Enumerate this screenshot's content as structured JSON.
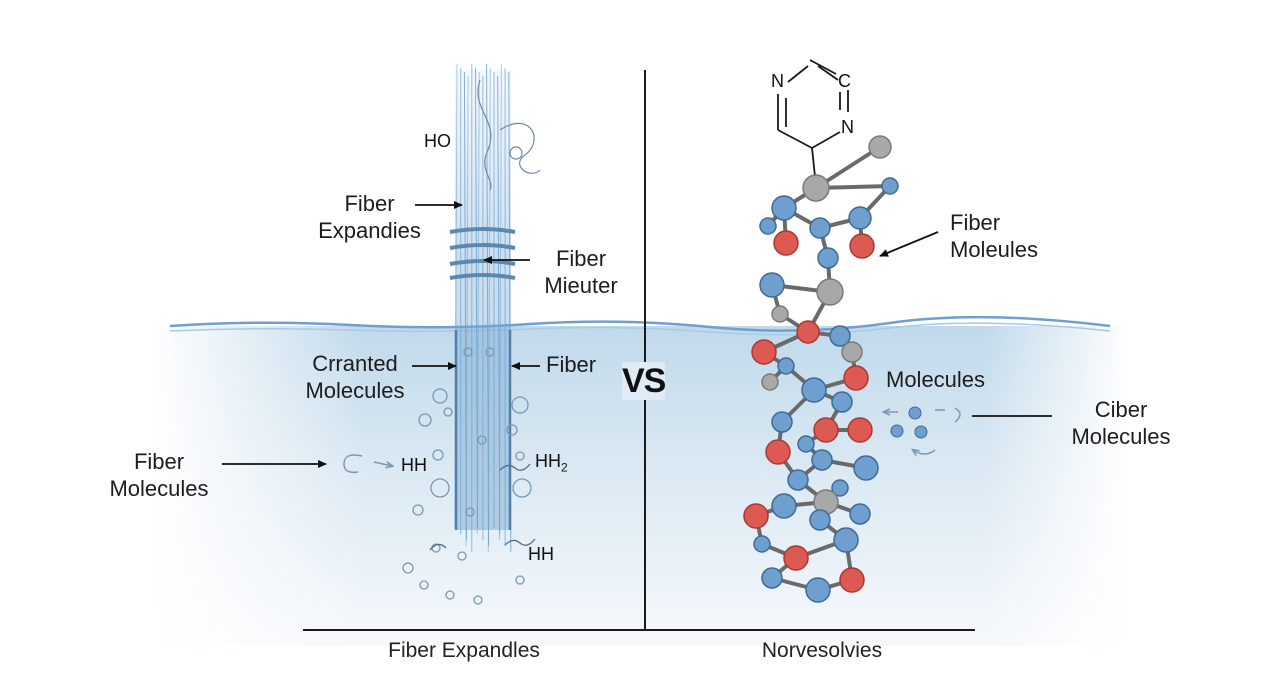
{
  "title_vs": "VS",
  "left_panel": {
    "caption": "Fiber Expandles",
    "labels": {
      "top_formula": "HO",
      "fiber_expandies": [
        "Fiber",
        "Expandies"
      ],
      "fiber_mieuter": [
        "Fiber",
        "Mieuter"
      ],
      "crranted_molecules": [
        "Crranted",
        "Molecules"
      ],
      "fiber_short": "Fiber",
      "fiber_molecules": [
        "Fiber",
        "Molecules"
      ],
      "hh_left": "HH",
      "hh2": "HH",
      "hh2_sub": "2",
      "hh_bottom": "HH"
    }
  },
  "right_panel": {
    "caption": "Norvesolvies",
    "labels": {
      "ring_atoms": [
        "N",
        "C",
        "N"
      ],
      "fiber_moleules": [
        "Fiber",
        "Moleules"
      ],
      "molecules": "Molecules",
      "ciber_molecules": [
        "Ciber",
        "Molecules"
      ]
    }
  },
  "colors": {
    "water_top": "#c4dcec",
    "water_bottom": "#f2f7fb",
    "fiber": "#7aa9d3",
    "atom_blue": "#6f9fcf",
    "atom_red": "#dc5a52",
    "atom_gray": "#a8a8a8",
    "line": "#222222"
  }
}
